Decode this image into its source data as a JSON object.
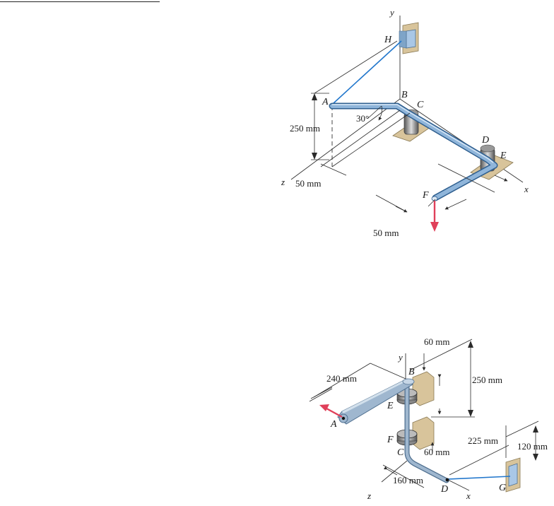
{
  "figure1": {
    "axes": {
      "y": "y",
      "z": "z",
      "x": "x"
    },
    "points": {
      "H": "H",
      "A": "A",
      "B": "B",
      "C": "C",
      "D": "D",
      "E": "E",
      "F": "F"
    },
    "dims": {
      "height": "250 mm",
      "offset_z": "50 mm",
      "offset_f": "50 mm",
      "angle": "30°"
    }
  },
  "figure2": {
    "axes": {
      "y": "y",
      "z": "z",
      "x": "x"
    },
    "points": {
      "A": "A",
      "B": "B",
      "C": "C",
      "D": "D",
      "E": "E",
      "F": "F",
      "G": "G"
    },
    "dims": {
      "top": "60 mm",
      "arm": "240 mm",
      "height": "250 mm",
      "mid": "60 mm",
      "dx": "225 mm",
      "dy": "120 mm",
      "dz": "160 mm"
    }
  },
  "colors": {
    "pipe": "#6f9bc6",
    "pipe_dark": "#2f5f8f",
    "cable": "#2277cc",
    "force": "#e0405a",
    "wood": "#d8c49b",
    "wall_face": "#a9c7e6"
  }
}
